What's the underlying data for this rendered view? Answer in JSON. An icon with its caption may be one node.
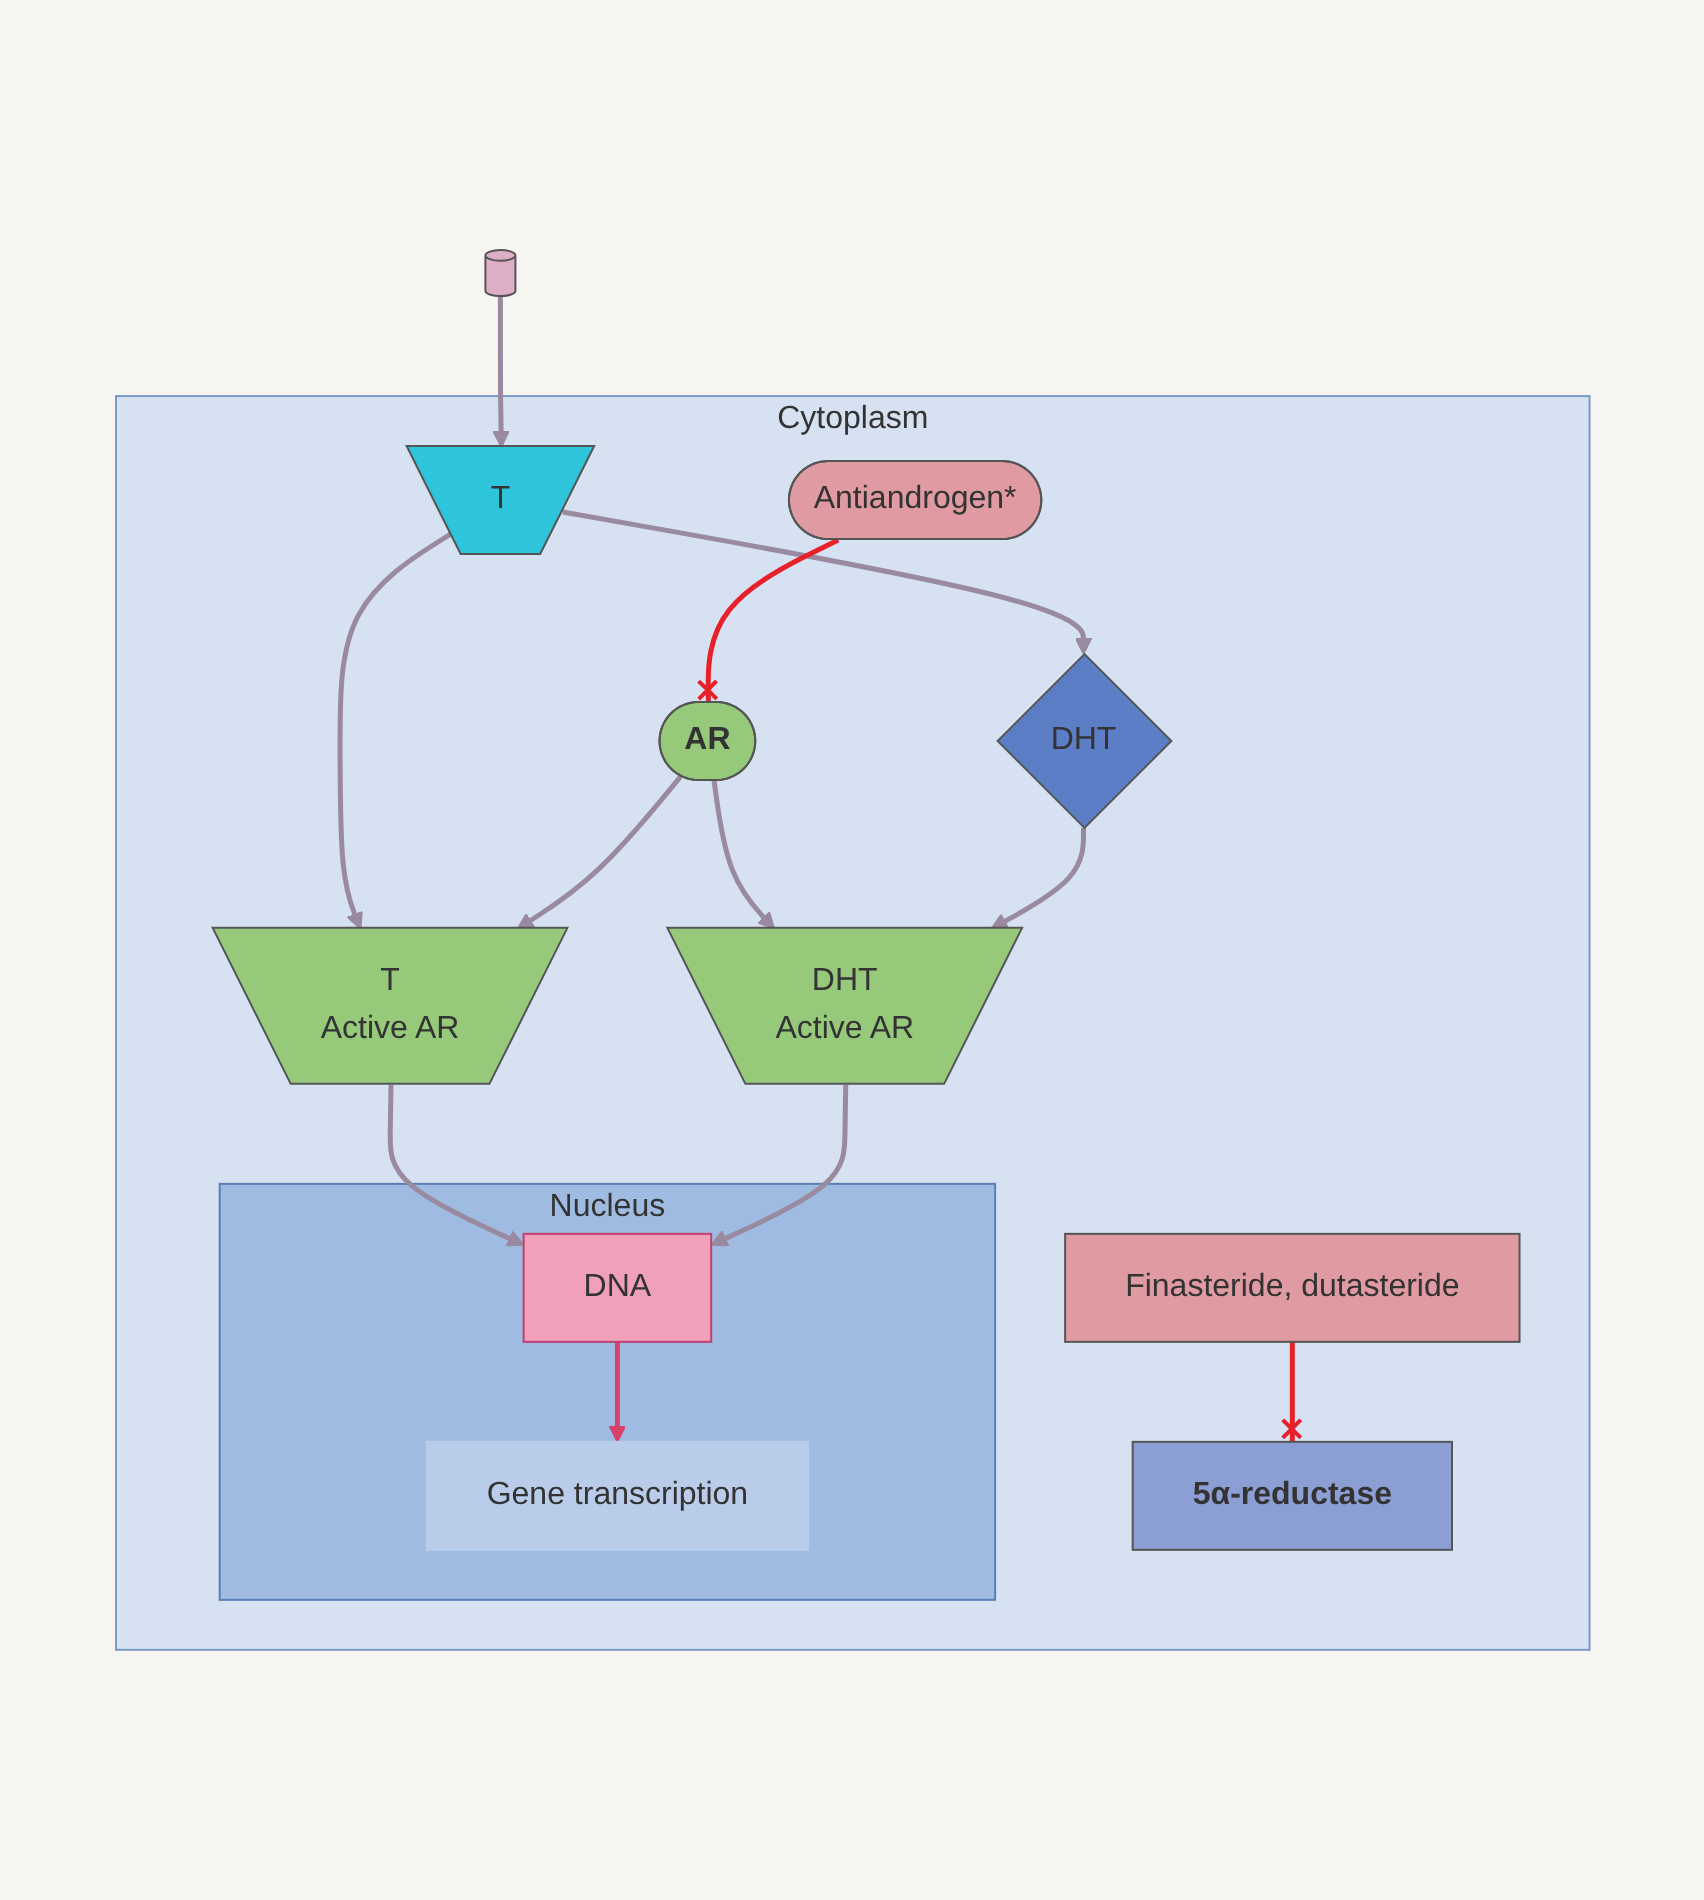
{
  "diagram": {
    "nodes": [
      {
        "text": [],
        "shape": "cylinder"
      },
      {
        "text": [
          "Cytoplasm"
        ]
      },
      {
        "text": [
          "Finasteride, dutasteride"
        ],
        "in": 1
      },
      {
        "text": [
          "5α-reductase"
        ],
        "in": 1
      },
      {
        "text": [
          "T"
        ],
        "in": 1
      },
      {
        "text": [
          "DHT"
        ],
        "in": 1
      },
      {
        "text": [
          "Antiandrogen*"
        ],
        "in": 1
      },
      {
        "text": [
          "AR"
        ],
        "in": 1
      },
      {
        "text": [
          "T",
          "Active AR"
        ],
        "in": 1
      },
      {
        "text": [
          "DHT",
          "Active AR"
        ],
        "in": 1
      },
      {
        "text": [
          "Nucleus"
        ],
        "in": 1
      },
      {
        "text": [
          "DNA"
        ],
        "in": 10
      },
      {
        "text": [
          "Gene transcription"
        ],
        "in": 10
      }
    ],
    "edges": [
      {
        "from": 0,
        "to": 4,
        "arrow": "to"
      },
      {
        "from": 4,
        "to": 5,
        "arrow": "to"
      },
      {
        "from": 2,
        "to": 3,
        "arrow": "other",
        "color": "#e8202a"
      },
      {
        "from": 6,
        "to": 7,
        "arrow": "other",
        "color": "#e8202a"
      },
      {
        "from": 4,
        "to": 8,
        "arrow": "to"
      },
      {
        "from": 7,
        "to": 8,
        "arrow": "to"
      },
      {
        "from": 7,
        "to": 9,
        "arrow": "to"
      },
      {
        "from": 5,
        "to": 9,
        "arrow": "to"
      },
      {
        "from": 8,
        "to": 11,
        "arrow": "to"
      },
      {
        "from": 9,
        "to": 11,
        "arrow": "to"
      },
      {
        "from": 11,
        "to": 12,
        "arrow": "to",
        "color": "#d9406a"
      }
    ]
  }
}
